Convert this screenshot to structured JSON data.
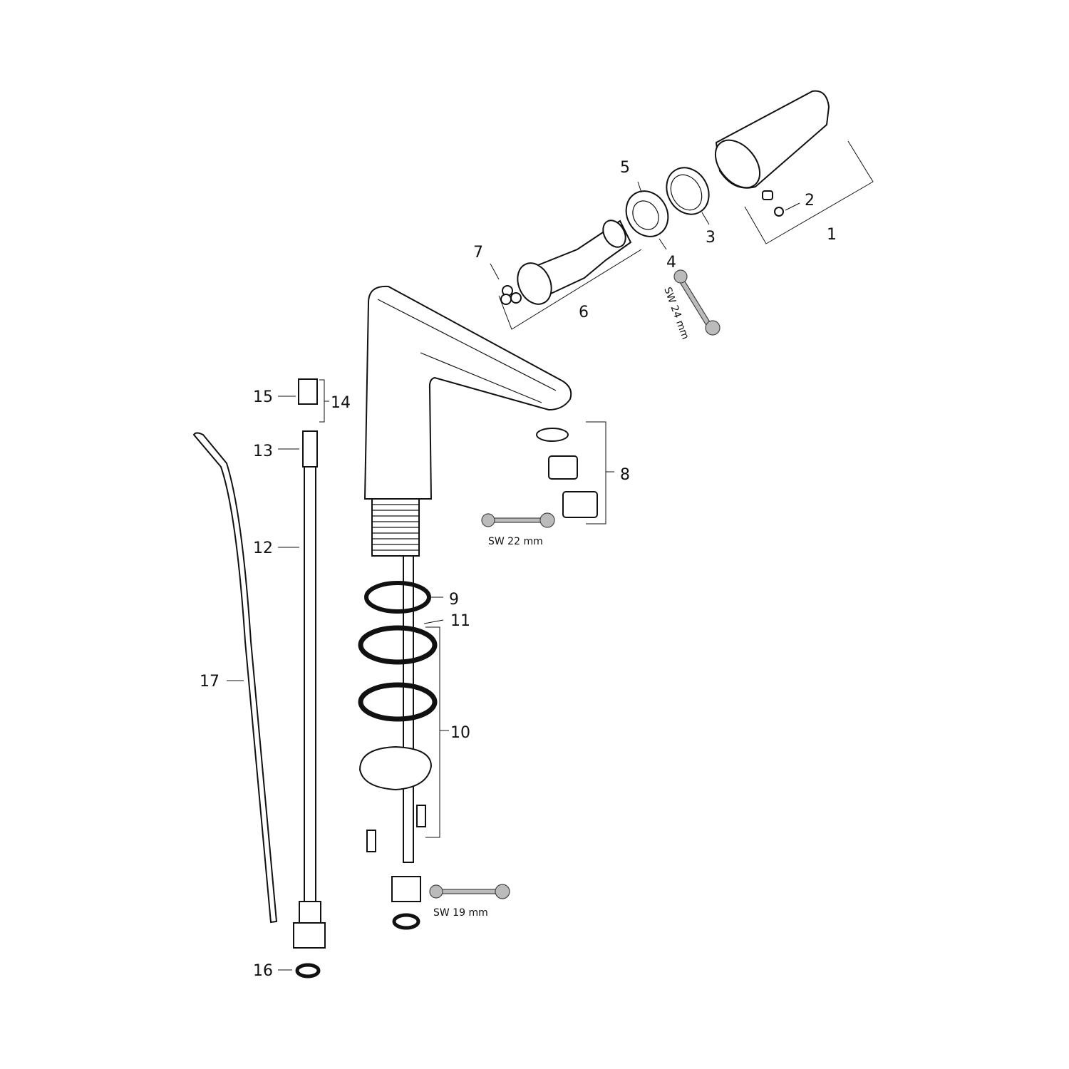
{
  "parts": [
    {
      "number": "1"
    },
    {
      "number": "2"
    },
    {
      "number": "3"
    },
    {
      "number": "4"
    },
    {
      "number": "5"
    },
    {
      "number": "6"
    },
    {
      "number": "7"
    },
    {
      "number": "8"
    },
    {
      "number": "9"
    },
    {
      "number": "10"
    },
    {
      "number": "11"
    },
    {
      "number": "12"
    },
    {
      "number": "13"
    },
    {
      "number": "14"
    },
    {
      "number": "15"
    },
    {
      "number": "16"
    },
    {
      "number": "17"
    }
  ],
  "wrenches": {
    "sw24": "SW 24 mm",
    "sw22": "SW 22 mm",
    "sw19": "SW 19 mm"
  }
}
